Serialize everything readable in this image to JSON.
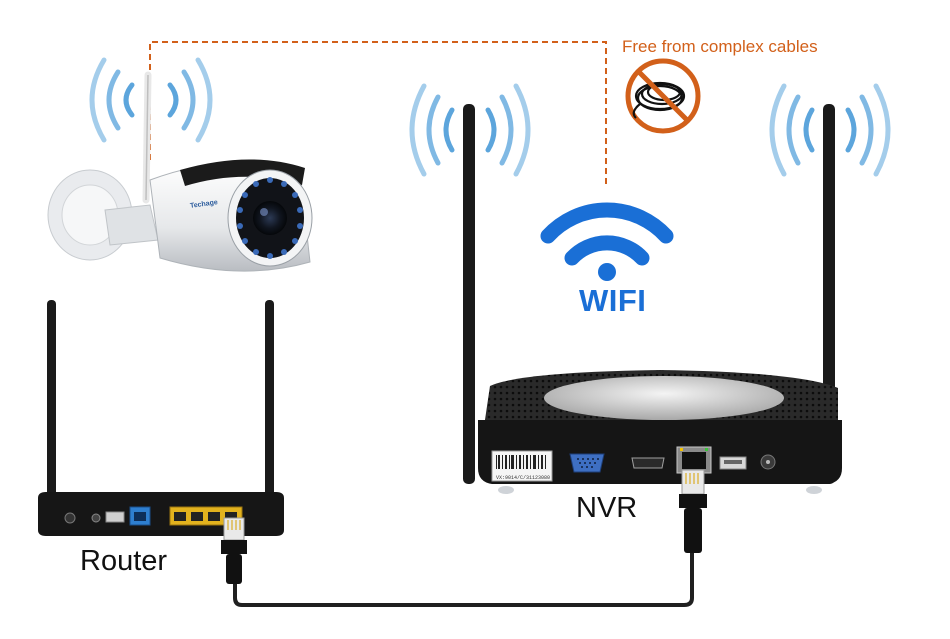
{
  "colors": {
    "accent_orange": "#d2601a",
    "wifi_blue": "#1a6fd6",
    "signal_blue": "#4a9bd8",
    "device_black": "#1a1a1a",
    "cable": "#202020"
  },
  "callout": {
    "text": "Free from complex cables",
    "icon": "no-cable-icon"
  },
  "wifi": {
    "label": "WIFI",
    "icon": "wifi-icon"
  },
  "nvr": {
    "label": "NVR",
    "serial": "VX:9014/C/31123080"
  },
  "router": {
    "label": "Router"
  },
  "camera": {
    "brand": "Techage"
  }
}
